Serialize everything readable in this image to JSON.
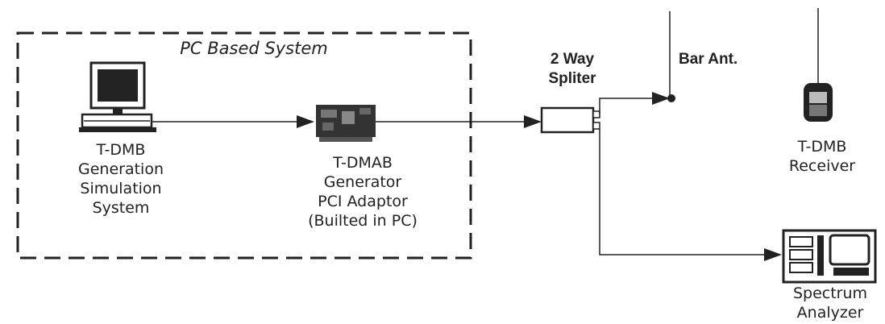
{
  "group": {
    "title": "PC Based System"
  },
  "pc": {
    "lines": [
      "T-DMB",
      "Generation",
      "Simulation",
      "System"
    ]
  },
  "adaptor": {
    "lines": [
      "T-DMAB",
      "Generator",
      "PCI Adaptor",
      "(Builted in PC)"
    ]
  },
  "splitter": {
    "lines": [
      "2 Way",
      "Spliter"
    ]
  },
  "antenna": {
    "label": "Bar Ant."
  },
  "receiver": {
    "lines": [
      "T-DMB",
      "Receiver"
    ]
  },
  "analyzer": {
    "lines": [
      "Spectrum",
      "Analyzer"
    ]
  }
}
